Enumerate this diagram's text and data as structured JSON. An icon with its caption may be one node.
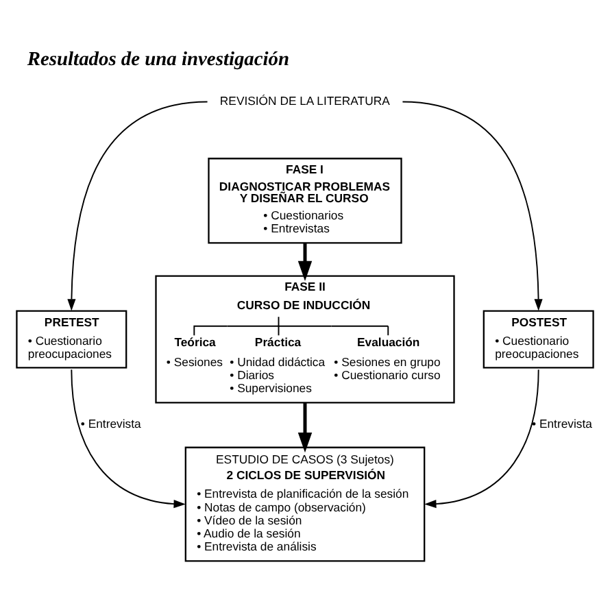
{
  "diagram": {
    "title": "Resultados de una investigación",
    "nodes": [
      {
        "text": [
          "REVISIÓN DE LA LITERATURA"
        ]
      },
      {
        "text": [
          "FASE I",
          "DIAGNOSTICAR PROBLEMAS Y DISEÑAR EL CURSO",
          "• Cuestionarios",
          "• Entrevistas"
        ]
      },
      {
        "text": [
          "PRETEST",
          "• Cuestionario preocupaciones"
        ]
      },
      {
        "text": [
          "FASE II",
          "CURSO DE INDUCCIÓN",
          "Teórica",
          "• Sesiones",
          "Práctica",
          "• Unidad didáctica",
          "• Diarios",
          "• Supervisiones",
          "Evaluación",
          "• Sesiones en grupo",
          "• Cuestionario curso"
        ]
      },
      {
        "text": [
          "POSTEST",
          "• Cuestionario preocupaciones"
        ]
      },
      {
        "text": [
          "ESTUDIO DE CASOS (3 Sujetos)",
          "2 CICLOS DE SUPERVISIÓN",
          "• Entrevista de planificación de la sesión",
          "• Notas de campo (observación)",
          "• Vídeo de la sesión",
          "• Audio de la sesión",
          "• Entrevista de análisis"
        ]
      }
    ],
    "edges": [
      {
        "from": 0,
        "to": 2,
        "arrow": "to"
      },
      {
        "from": 0,
        "to": 4,
        "arrow": "to"
      },
      {
        "from": 1,
        "to": 3,
        "arrow": "to",
        "style": "thick"
      },
      {
        "from": 3,
        "to": 5,
        "arrow": "to",
        "style": "thick"
      },
      {
        "from": 2,
        "to": 5,
        "arrow": "to",
        "label": "• Entrevista"
      },
      {
        "from": 4,
        "to": 5,
        "arrow": "to",
        "label": "• Entrevista"
      }
    ]
  }
}
